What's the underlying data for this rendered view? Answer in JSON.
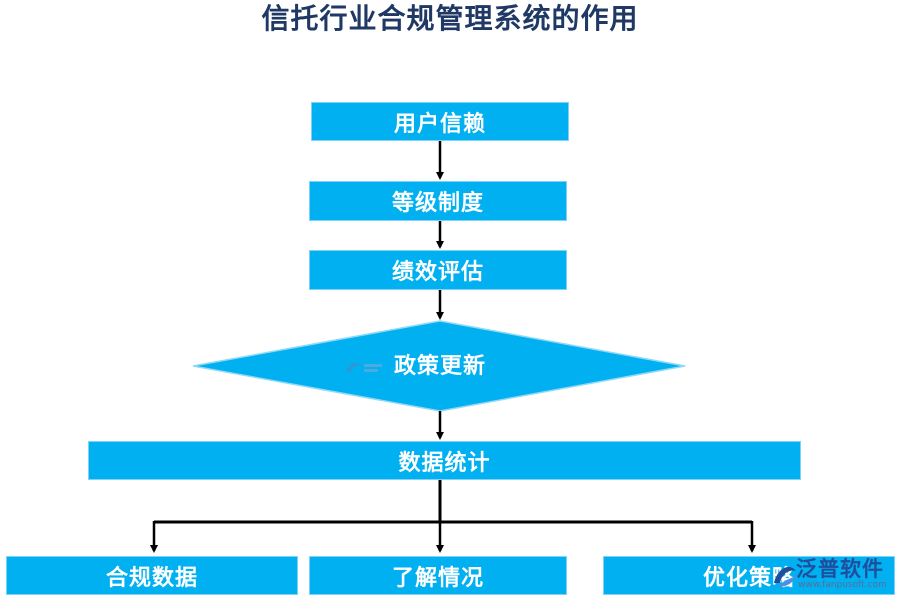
{
  "title": "信托行业合规管理系统的作用",
  "nodes": {
    "user_trust": "用户信赖",
    "grade_system": "等级制度",
    "performance_eval": "绩效评估",
    "policy_update": "政策更新",
    "data_stats": "数据统计",
    "compliance_data": "合规数据",
    "understand_status": "了解情况",
    "optimize_strategy": "优化策略"
  },
  "watermark": {
    "brand": "泛普软件",
    "url": "www.fanpusoft.com"
  },
  "colors": {
    "box_fill": "#00b0f0",
    "title_text": "#1f3864",
    "arrow": "#000000",
    "brand": "#1f4e9c"
  }
}
